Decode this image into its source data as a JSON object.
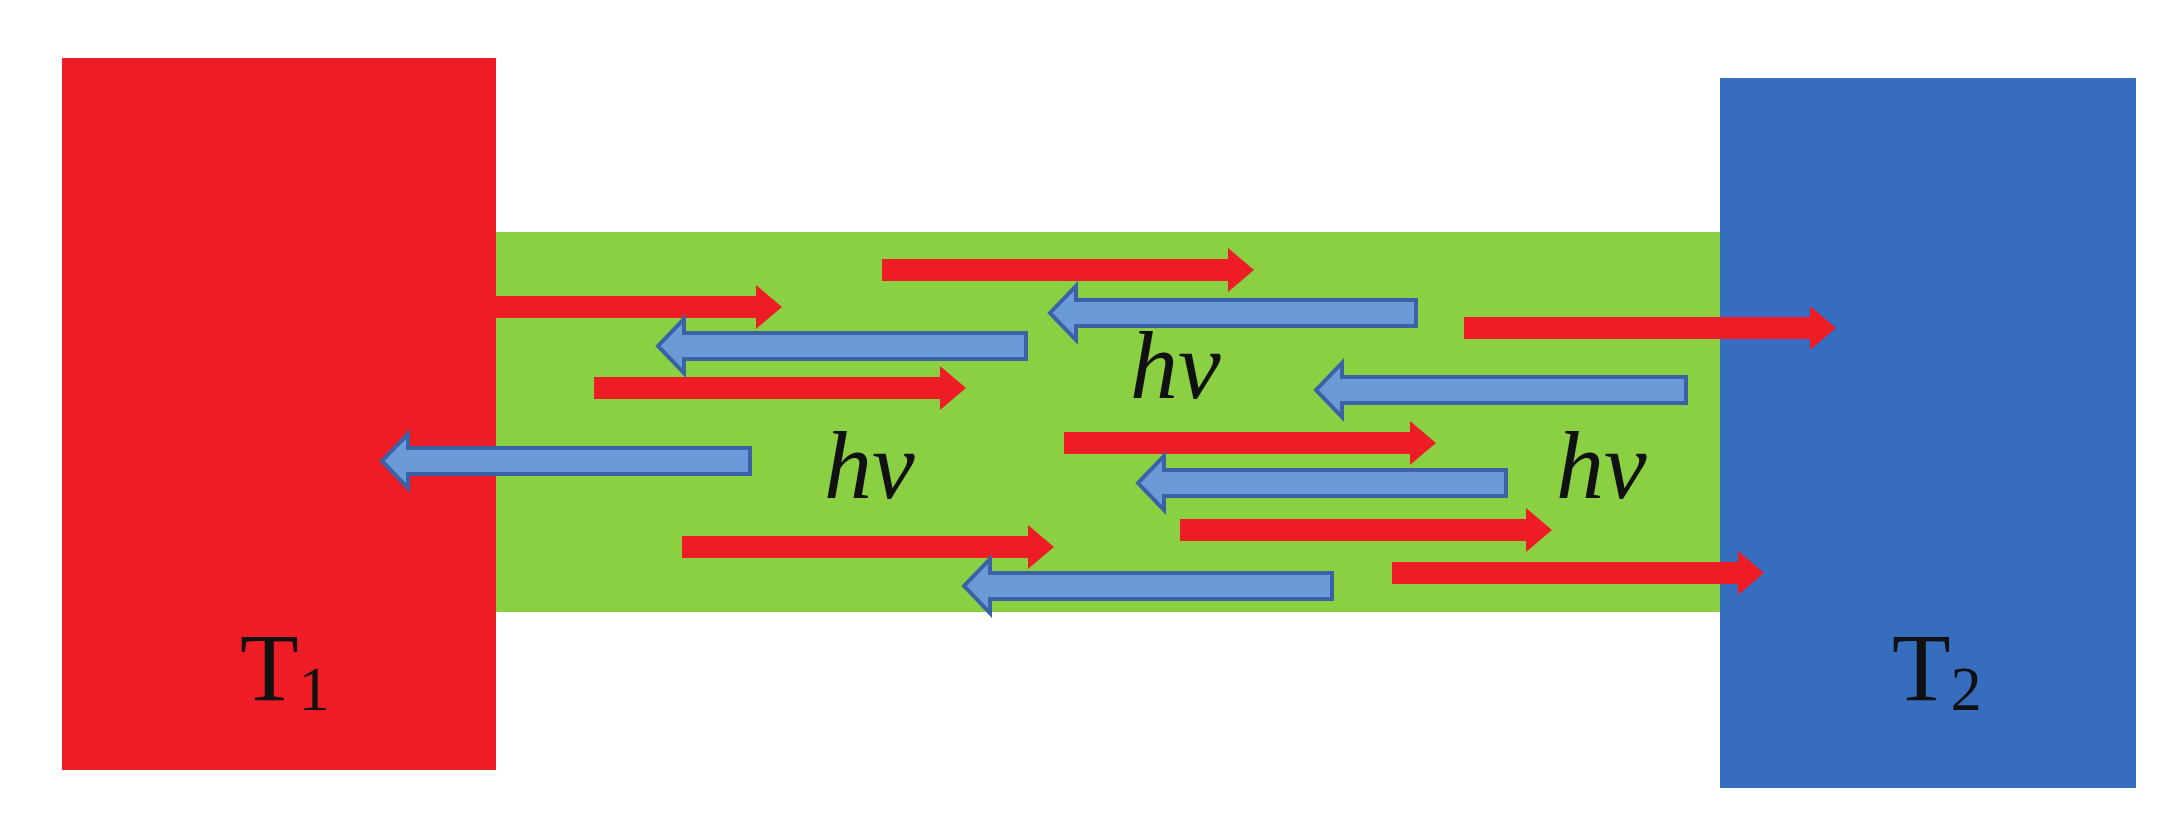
{
  "colors": {
    "hot_body": "#ee1c25",
    "cold_body": "#366dbf",
    "medium": "#8ad042",
    "arrow_hot": "#ee1c25",
    "arrow_cold_fill": "#6b9ad8",
    "arrow_cold_stroke": "#3b62a6"
  },
  "hot_reservoir": {
    "label_main": "T",
    "label_sub": "1"
  },
  "cold_reservoir": {
    "label_main": "T",
    "label_sub": "2"
  },
  "photon_label": "hν",
  "photon_label_count": 3,
  "arrows": {
    "rightward_count": 8,
    "leftward_count": 6
  }
}
